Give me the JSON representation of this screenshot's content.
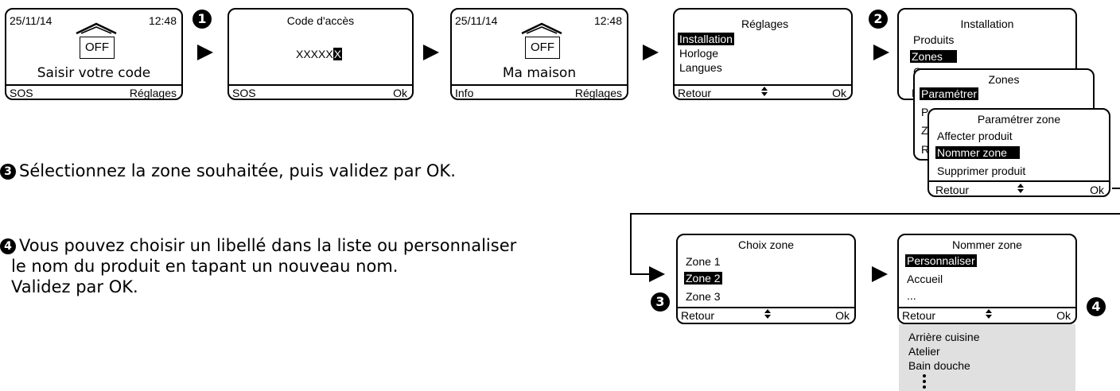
{
  "steps": {
    "s1": "1",
    "s2": "2",
    "s3": "3",
    "s4": "4"
  },
  "screen1": {
    "date": "25/11/14",
    "time": "12:48",
    "status": "OFF",
    "message": "Saisir votre code",
    "left": "SOS",
    "right": "Réglages"
  },
  "screen2": {
    "title": "Code d'accès",
    "code": "XXXXX",
    "cursor": "X",
    "left": "SOS",
    "right": "Ok"
  },
  "screen3": {
    "date": "25/11/14",
    "time": "12:48",
    "status": "OFF",
    "message": "Ma maison",
    "left": "Info",
    "right": "Réglages"
  },
  "screen4": {
    "title": "Réglages",
    "items": [
      "Installation",
      "Horloge",
      "Langues"
    ],
    "left": "Retour",
    "right": "Ok"
  },
  "screen5": {
    "title": "Installation",
    "items": [
      "Produits",
      "Zones",
      "C"
    ],
    "footer_left": "R"
  },
  "screen6": {
    "title": "Zones",
    "items": [
      "Paramétrer",
      "P",
      "Z"
    ],
    "footer_left": "R"
  },
  "screen7": {
    "title": "Paramétrer zone",
    "items": [
      "Affecter produit",
      "Nommer zone",
      "Supprimer produit"
    ],
    "left": "Retour",
    "right": "Ok"
  },
  "screen8": {
    "title": "Choix zone",
    "items": [
      "Zone 1",
      "Zone 2",
      "Zone 3"
    ],
    "left": "Retour",
    "right": "Ok"
  },
  "screen9": {
    "title": "Nommer zone",
    "items": [
      "Personnaliser",
      "Accueil",
      "..."
    ],
    "left": "Retour",
    "right": "Ok"
  },
  "list_below": [
    "Arrière cuisine",
    "Atelier",
    "Bain douche"
  ],
  "instructions": {
    "p3": "Sélectionnez la zone souhaitée, puis validez par OK.",
    "p4_line1": "Vous pouvez choisir un libellé dans la liste ou personnaliser",
    "p4_line2": "le nom du produit en tapant un nouveau nom.",
    "p4_line3": "Validez par OK."
  },
  "icons": [
    "house-icon",
    "up-down-arrows-icon",
    "right-arrow-icon",
    "vertical-ellipsis-icon"
  ]
}
